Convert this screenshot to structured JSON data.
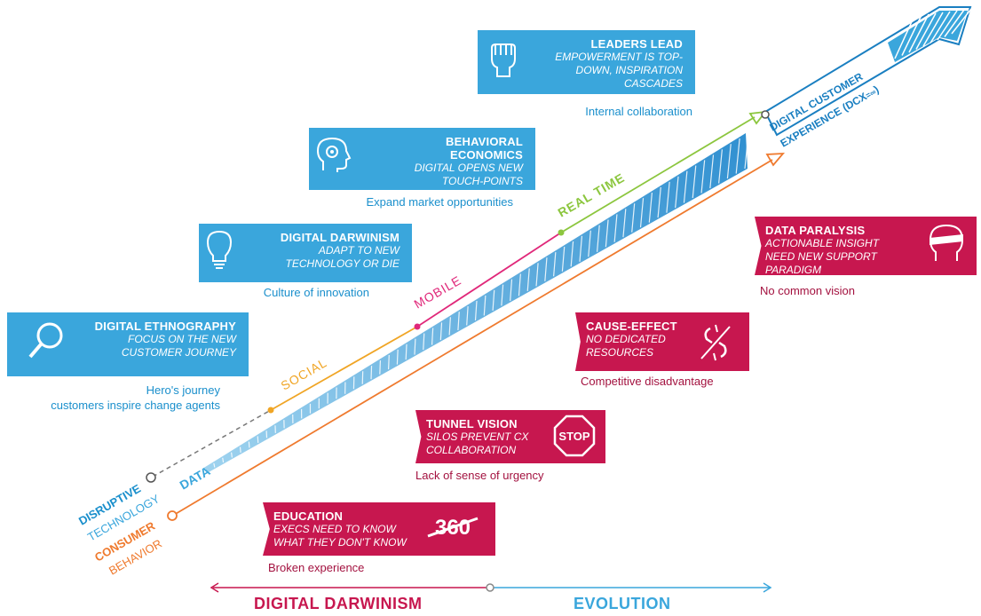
{
  "blue_cards": [
    {
      "title": "LEADERS LEAD",
      "subtitle": "EMPOWERMENT IS TOP-DOWN, INSPIRATION CASCADES",
      "caption": "Internal collaboration",
      "icon": "fist-icon"
    },
    {
      "title": "BEHAVIORAL ECONOMICS",
      "subtitle": "DIGITAL OPENS NEW TOUCH-POINTS",
      "caption": "Expand market opportunities",
      "icon": "head-gear-icon"
    },
    {
      "title": "DIGITAL DARWINISM",
      "subtitle": "ADAPT TO NEW TECHNOLOGY OR DIE",
      "caption": "Culture of innovation",
      "icon": "lightbulb-icon"
    },
    {
      "title": "DIGITAL ETHNOGRAPHY",
      "subtitle": "FOCUS ON THE NEW CUSTOMER JOURNEY",
      "caption_line1": "Hero's journey",
      "caption_line2": "customers inspire change agents",
      "icon": "magnifier-icon"
    }
  ],
  "red_cards": [
    {
      "title": "DATA PARALYSIS",
      "subtitle": "ACTIONABLE INSIGHT NEED NEW SUPPORT PARADIGM",
      "caption": "No common vision",
      "icon": "blindfold-head-icon"
    },
    {
      "title": "CAUSE-EFFECT",
      "subtitle": "NO DEDICATED RESOURCES",
      "caption": "Competitive disadvantage",
      "icon": "broken-link-icon"
    },
    {
      "title": "TUNNEL VISION",
      "subtitle": "SILOS PREVENT CX COLLABORATION",
      "caption": "Lack of sense of urgency",
      "icon": "stop-sign-icon",
      "icon_text": "STOP"
    },
    {
      "title": "EDUCATION",
      "subtitle": "EXECS NEED TO KNOW WHAT THEY DON'T KNOW",
      "caption": "Broken experience",
      "icon": "crossed-360-icon",
      "icon_text": "360"
    }
  ],
  "line_labels": {
    "data": "DATA",
    "social": "SOCIAL",
    "mobile": "MOBILE",
    "real_time": "REAL TIME"
  },
  "side_labels": {
    "disruptive": "DISRUPTIVE",
    "technology": "TECHNOLOGY",
    "consumer": "CONSUMER",
    "behavior": "BEHAVIOR"
  },
  "goal": {
    "line1": "DIGITAL CUSTOMER",
    "line2": "EXPERIENCE (DCX",
    "inf": "=∞",
    "close": ")"
  },
  "bottom_axis": {
    "left": "DIGITAL DARWINISM",
    "right": "EVOLUTION"
  },
  "colors": {
    "blue": "#3aa6dc",
    "red": "#c7174f",
    "orange": "#ef7a2e",
    "green": "#8cc63e",
    "pink": "#e0287a",
    "gold": "#f0a525",
    "dark_blue": "#1a8fcc"
  }
}
